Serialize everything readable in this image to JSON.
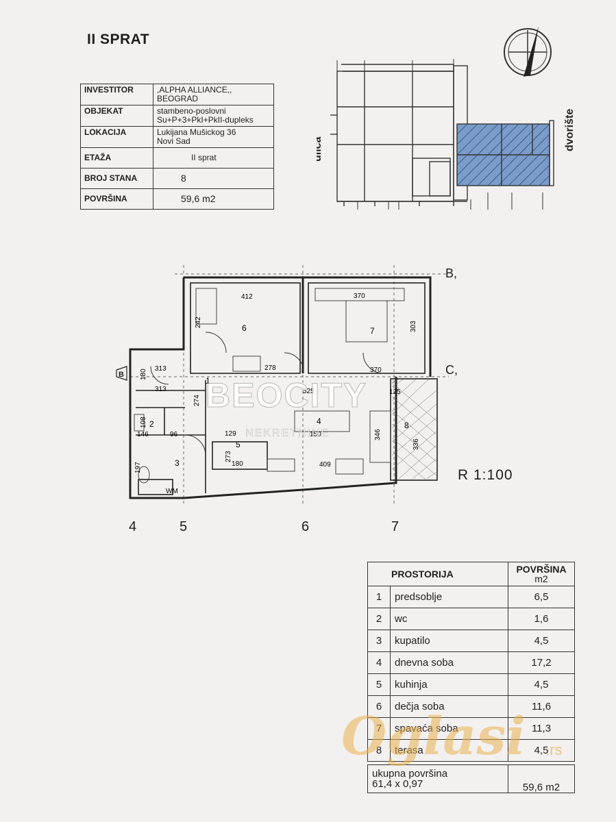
{
  "floor_title": "II SPRAT",
  "info_rows": [
    {
      "label": "INVESTITOR",
      "value": ",ALPHA ALLIANCE,,",
      "value2": "BEOGRAD"
    },
    {
      "label": "OBJEKAT",
      "value": "stambeno-poslovni",
      "value2": "Su+P+3+PkI+PkII-dupleks"
    },
    {
      "label": "LOKACIJA",
      "value": "Lukijana Mušickog 36",
      "value2": "Novi Sad"
    },
    {
      "label": "ETAŽA",
      "value": "II sprat",
      "value2": ""
    },
    {
      "label": "BROJ STANA",
      "value": "8",
      "value2": ""
    },
    {
      "label": "POVRŠINA",
      "value": "59,6 m2",
      "value2": ""
    }
  ],
  "key_plan": {
    "street_label": "ulica",
    "yard_label": "dvorište",
    "highlight_color": "#7b9bc8"
  },
  "plan": {
    "axes_bottom": [
      "4",
      "5",
      "6",
      "7"
    ],
    "axes_right": [
      "B,",
      "C,"
    ],
    "axis_marker": "B",
    "room_numbers": [
      "1",
      "2",
      "3",
      "4",
      "5",
      "6",
      "7",
      "8"
    ],
    "dims": [
      "412",
      "370",
      "303",
      "242",
      "278",
      "370",
      "313",
      "313",
      "180",
      "274",
      "525",
      "125",
      "108",
      "146",
      "96",
      "129",
      "273",
      "180",
      "150",
      "346",
      "336",
      "409",
      "197",
      "WM"
    ]
  },
  "scale": "R 1:100",
  "rooms_table": {
    "header_room": "PROSTORIJA",
    "header_area": "POVRŠINA",
    "header_unit": "m2",
    "rows": [
      {
        "n": "1",
        "name": "predsoblje",
        "area": "6,5"
      },
      {
        "n": "2",
        "name": "wc",
        "area": "1,6"
      },
      {
        "n": "3",
        "name": "kupatilo",
        "area": "4,5"
      },
      {
        "n": "4",
        "name": "dnevna soba",
        "area": "17,2"
      },
      {
        "n": "5",
        "name": "kuhinja",
        "area": "4,5"
      },
      {
        "n": "6",
        "name": "dečja soba",
        "area": "11,6"
      },
      {
        "n": "7",
        "name": "spavaća soba",
        "area": "11,3"
      },
      {
        "n": "8",
        "name": "terasa",
        "area": "4,5"
      }
    ],
    "total_label": "ukupna površina",
    "total_formula": "61,4 x 0,97",
    "total_value": "59,6 m2"
  },
  "watermark": {
    "main": "BEOCITY",
    "sub": "NEKRETNINE",
    "brand": "Oglasi",
    ".tld": ".rs"
  }
}
